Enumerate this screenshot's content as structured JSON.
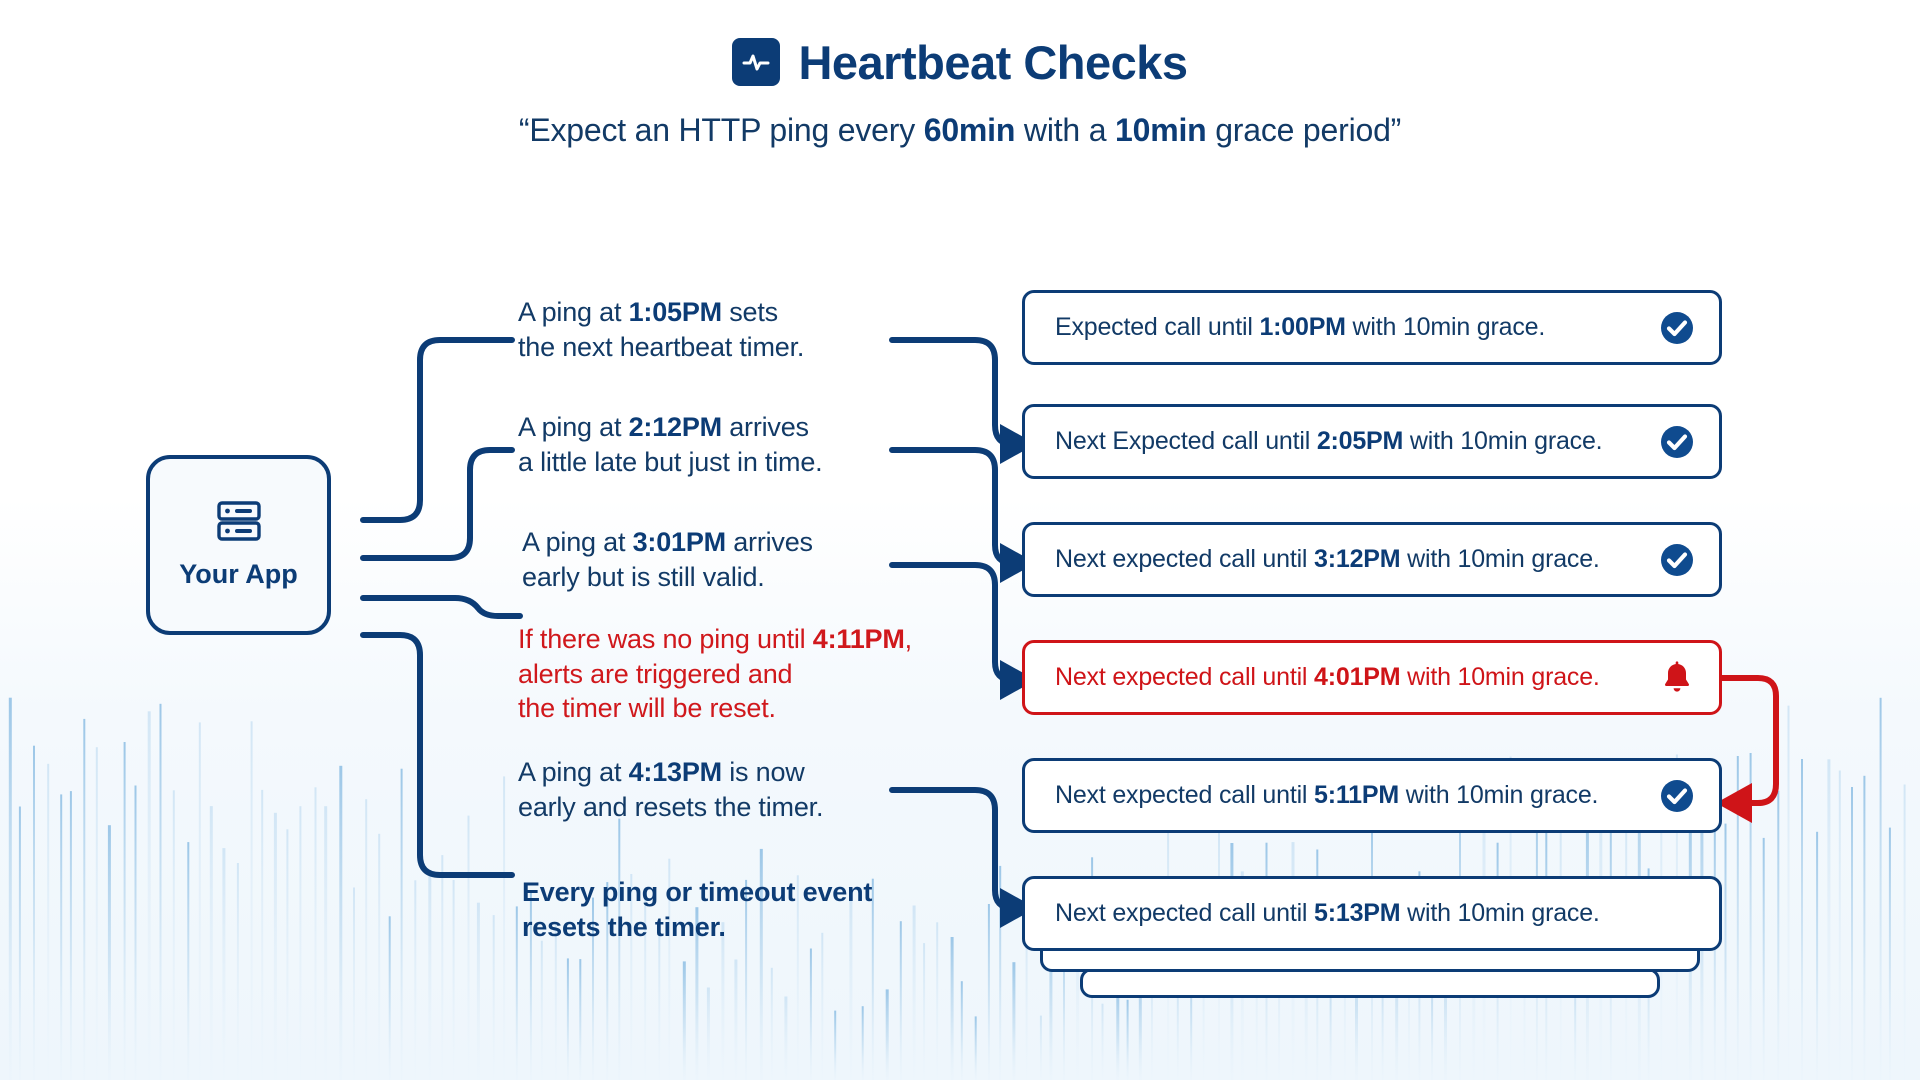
{
  "header": {
    "icon": "heartbeat-pulse-icon",
    "title": "Heartbeat Checks",
    "subtitle_prefix": "“Expect an HTTP ping every ",
    "subtitle_bold_1": "60min",
    "subtitle_middle": " with a ",
    "subtitle_bold_2": "10min",
    "subtitle_suffix": " grace period”"
  },
  "app_node": {
    "icon": "server-rack-icon",
    "label": "Your App"
  },
  "colors": {
    "navy": "#0c3c76",
    "navy_text": "#123a66",
    "red": "#cf1418",
    "red_text": "#d0181c",
    "card_bg": "#ffffff",
    "page_bg": "#ffffff",
    "bar_blue": "#a8cded"
  },
  "steps": [
    {
      "id": "step-1",
      "tone": "normal",
      "lines": [
        [
          {
            "t": "A ping at ",
            "b": false
          },
          {
            "t": "1:05PM",
            "b": true
          },
          {
            "t": " sets",
            "b": false
          }
        ],
        [
          {
            "t": "the next heartbeat timer.",
            "b": false
          }
        ]
      ]
    },
    {
      "id": "step-2",
      "tone": "normal",
      "lines": [
        [
          {
            "t": "A ping at ",
            "b": false
          },
          {
            "t": "2:12PM",
            "b": true
          },
          {
            "t": " arrives",
            "b": false
          }
        ],
        [
          {
            "t": "a little late but just in time.",
            "b": false
          }
        ]
      ]
    },
    {
      "id": "step-3",
      "tone": "normal",
      "lines": [
        [
          {
            "t": "A ping at ",
            "b": false
          },
          {
            "t": "3:01PM",
            "b": true
          },
          {
            "t": " arrives",
            "b": false
          }
        ],
        [
          {
            "t": "early but is still valid.",
            "b": false
          }
        ]
      ]
    },
    {
      "id": "step-4",
      "tone": "alert",
      "lines": [
        [
          {
            "t": "If there was no ping until ",
            "b": false
          },
          {
            "t": "4:11PM",
            "b": true
          },
          {
            "t": ",",
            "b": false
          }
        ],
        [
          {
            "t": "alerts are triggered and",
            "b": false
          }
        ],
        [
          {
            "t": "the timer will be reset.",
            "b": false
          }
        ]
      ]
    },
    {
      "id": "step-5",
      "tone": "normal",
      "lines": [
        [
          {
            "t": "A ping at ",
            "b": false
          },
          {
            "t": "4:13PM",
            "b": true
          },
          {
            "t": " is now",
            "b": false
          }
        ],
        [
          {
            "t": "early and resets the timer.",
            "b": false
          }
        ]
      ]
    },
    {
      "id": "step-6",
      "tone": "strong",
      "lines": [
        [
          {
            "t": "Every ping or timeout event",
            "b": false
          }
        ],
        [
          {
            "t": "resets the timer.",
            "b": false
          }
        ]
      ]
    }
  ],
  "cards": [
    {
      "id": "card-1",
      "tone": "normal",
      "icon": "check-circle-icon",
      "parts": [
        {
          "t": "Expected call until ",
          "b": false
        },
        {
          "t": "1:00PM",
          "b": true
        },
        {
          "t": " with 10min grace.",
          "b": false
        }
      ]
    },
    {
      "id": "card-2",
      "tone": "normal",
      "icon": "check-circle-icon",
      "parts": [
        {
          "t": "Next Expected call until ",
          "b": false
        },
        {
          "t": "2:05PM",
          "b": true
        },
        {
          "t": " with 10min grace.",
          "b": false
        }
      ]
    },
    {
      "id": "card-3",
      "tone": "normal",
      "icon": "check-circle-icon",
      "parts": [
        {
          "t": "Next expected call until ",
          "b": false
        },
        {
          "t": "3:12PM",
          "b": true
        },
        {
          "t": " with 10min grace.",
          "b": false
        }
      ]
    },
    {
      "id": "card-4",
      "tone": "alert",
      "icon": "bell-alert-icon",
      "parts": [
        {
          "t": "Next expected call until ",
          "b": false
        },
        {
          "t": "4:01PM",
          "b": true
        },
        {
          "t": " with 10min grace.",
          "b": false
        }
      ]
    },
    {
      "id": "card-5",
      "tone": "normal",
      "icon": "check-circle-icon",
      "parts": [
        {
          "t": "Next expected call until ",
          "b": false
        },
        {
          "t": "5:11PM",
          "b": true
        },
        {
          "t": " with 10min grace.",
          "b": false
        }
      ]
    },
    {
      "id": "card-6",
      "tone": "normal",
      "icon": "none",
      "parts": [
        {
          "t": "Next expected call until ",
          "b": false
        },
        {
          "t": "5:13PM",
          "b": true
        },
        {
          "t": " with 10min grace.",
          "b": false
        }
      ]
    }
  ],
  "layout": {
    "step_tops": [
      295,
      410,
      525,
      622,
      755,
      875
    ],
    "step_lefts": [
      518,
      518,
      522,
      518,
      518,
      522
    ],
    "card_tops": [
      290,
      404,
      522,
      640,
      758,
      876
    ]
  },
  "background": {
    "pattern": "vertical-bar-chart-decoration"
  }
}
